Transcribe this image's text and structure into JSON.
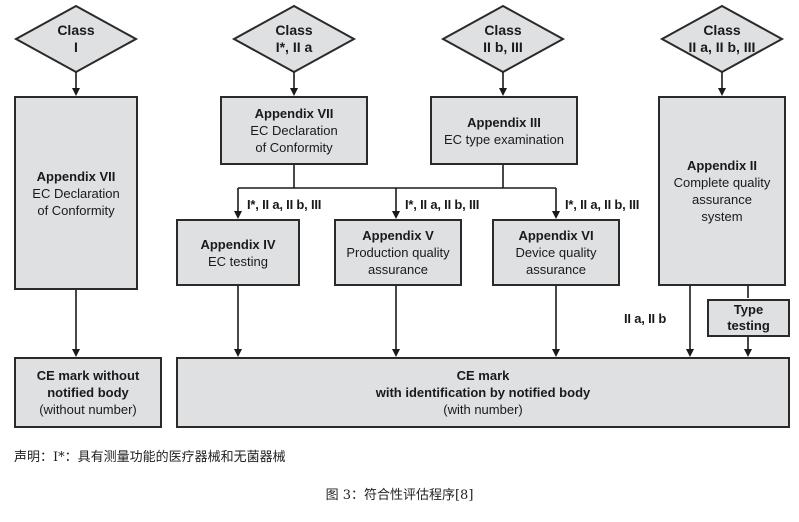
{
  "classes": {
    "c1": [
      "Class",
      "I"
    ],
    "c2": [
      "Class",
      "I*, II a"
    ],
    "c3": [
      "Class",
      "II b, III"
    ],
    "c4": [
      "Class",
      "II a, II b, III"
    ]
  },
  "boxes": {
    "app7_left": {
      "title": "Appendix VII",
      "lines": [
        "EC Declaration",
        "of Conformity"
      ]
    },
    "app7_center": {
      "title": "Appendix VII",
      "lines": [
        "EC Declaration",
        "of Conformity"
      ]
    },
    "app3": {
      "title": "Appendix III",
      "lines": [
        "EC type examination"
      ]
    },
    "app2": {
      "title": "Appendix II",
      "lines": [
        "Complete quality",
        "assurance",
        "system"
      ]
    },
    "app4": {
      "title": "Appendix IV",
      "lines": [
        "EC testing"
      ]
    },
    "app5": {
      "title": "Appendix V",
      "lines": [
        "Production quality",
        "assurance"
      ]
    },
    "app6": {
      "title": "Appendix VI",
      "lines": [
        "Device quality",
        "assurance"
      ]
    },
    "type_testing": {
      "title": "Type",
      "lines": [
        "testing"
      ]
    },
    "ce_left": {
      "title": "CE mark without",
      "lines": [
        "notified body",
        "(without number)"
      ]
    },
    "ce_right": {
      "title": "CE mark",
      "lines": [
        "with identification by notified body",
        "(with number)"
      ]
    }
  },
  "edge_labels": {
    "to_app4": "I*, II a, II b, III",
    "to_app5": "I*, II a, II b, III",
    "to_app6": "I*, II a, II b, III",
    "app2_to_ce": "II a, II b"
  },
  "note": "声明：I*：具有测量功能的医疗器械和无菌器械",
  "caption": "图 3：符合性评估程序[8]"
}
